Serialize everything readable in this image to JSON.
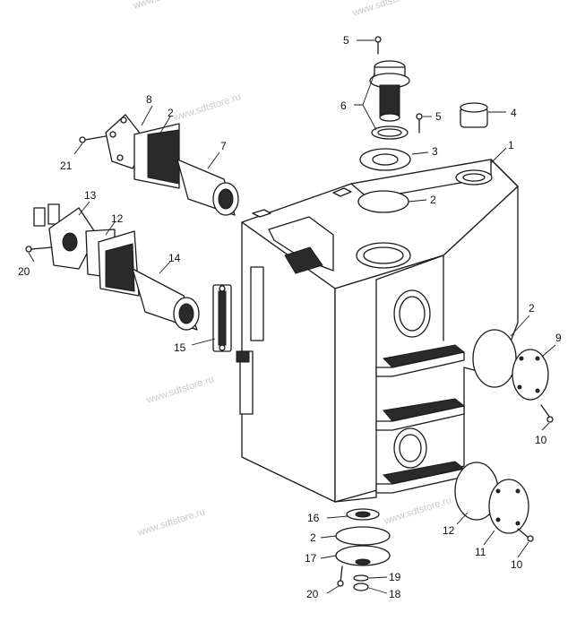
{
  "watermark": "www.sdtstore.ru",
  "parts": [
    {
      "id": "callout-1",
      "label": "1",
      "part": "tank"
    },
    {
      "id": "callout-2a",
      "label": "2",
      "part": "gasket-flange-top-left"
    },
    {
      "id": "callout-2b",
      "label": "2",
      "part": "gasket-top-opening"
    },
    {
      "id": "callout-2c",
      "label": "2",
      "part": "gasket-side-cover"
    },
    {
      "id": "callout-2d",
      "label": "2",
      "part": "gasket-bottom-cover"
    },
    {
      "id": "callout-3",
      "label": "3",
      "part": "filler-flange"
    },
    {
      "id": "callout-4",
      "label": "4",
      "part": "breather-cap"
    },
    {
      "id": "callout-5a",
      "label": "5",
      "part": "bolt-top"
    },
    {
      "id": "callout-5b",
      "label": "5",
      "part": "bolt-flange"
    },
    {
      "id": "callout-6",
      "label": "6",
      "part": "filler-strainer"
    },
    {
      "id": "callout-7",
      "label": "7",
      "part": "filter-element-upper"
    },
    {
      "id": "callout-8",
      "label": "8",
      "part": "filter-cover-upper"
    },
    {
      "id": "callout-9",
      "label": "9",
      "part": "side-cover"
    },
    {
      "id": "callout-10a",
      "label": "10",
      "part": "bolt-side-cover"
    },
    {
      "id": "callout-10b",
      "label": "10",
      "part": "bolt-lower-cover"
    },
    {
      "id": "callout-11",
      "label": "11",
      "part": "lower-cover"
    },
    {
      "id": "callout-12a",
      "label": "12",
      "part": "gasket-filter-lower"
    },
    {
      "id": "callout-12b",
      "label": "12",
      "part": "gasket-lower-cover"
    },
    {
      "id": "callout-13",
      "label": "13",
      "part": "filter-cover-lower"
    },
    {
      "id": "callout-14",
      "label": "14",
      "part": "filter-element-lower"
    },
    {
      "id": "callout-15",
      "label": "15",
      "part": "level-gauge"
    },
    {
      "id": "callout-16",
      "label": "16",
      "part": "drain-boss"
    },
    {
      "id": "callout-17",
      "label": "17",
      "part": "drain-cover"
    },
    {
      "id": "callout-18",
      "label": "18",
      "part": "drain-plug"
    },
    {
      "id": "callout-19",
      "label": "19",
      "part": "o-ring"
    },
    {
      "id": "callout-20a",
      "label": "20",
      "part": "bolt-filter-lower"
    },
    {
      "id": "callout-20b",
      "label": "20",
      "part": "bolt-drain"
    },
    {
      "id": "callout-21",
      "label": "21",
      "part": "bolt-filter-upper"
    }
  ]
}
